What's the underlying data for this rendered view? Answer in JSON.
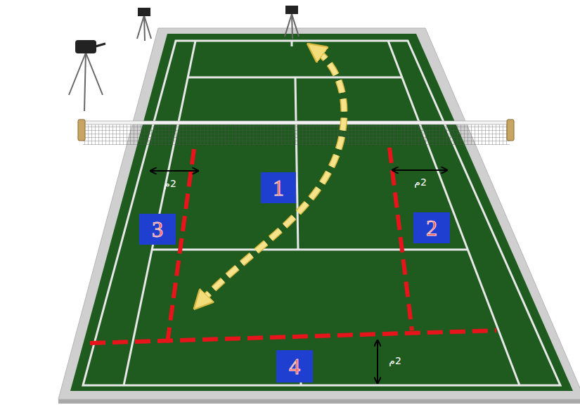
{
  "diagram": {
    "nodes": [
      {
        "text": [
          "1"
        ]
      },
      {
        "text": [
          "3"
        ]
      },
      {
        "text": [
          "2"
        ]
      },
      {
        "text": [
          "4"
        ]
      }
    ],
    "labels": [
      "2م",
      "2م",
      "2م"
    ]
  }
}
